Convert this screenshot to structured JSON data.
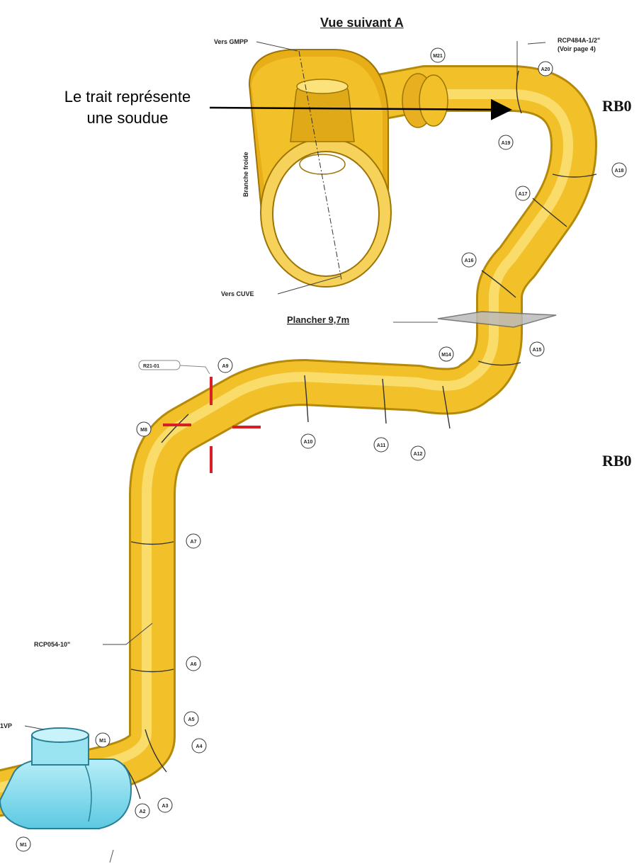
{
  "title": "Vue suivant A",
  "annotation": {
    "line1": "Le trait représente",
    "line2": "une soudue"
  },
  "labels": {
    "vers_gmpp": "Vers GMPP",
    "vers_cuve": "Vers CUVE",
    "branche_froide": "Branche froide",
    "rcp484": "RCP484A-1/2\"",
    "voir_page": "(Voir page 4)",
    "plancher": "Plancher 9,7m",
    "rcp054": "RCP054-10\"",
    "ivp": "1VP",
    "support": "R21-01",
    "rb_top": "RB0",
    "rb_bottom": "RB0"
  },
  "welds": {
    "m21": "M21",
    "a20": "A20",
    "a19": "A19",
    "a18": "A18",
    "a17": "A17",
    "a16": "A16",
    "a15": "A15",
    "m14": "M14",
    "a12": "A12",
    "a11": "A11",
    "a10": "A10",
    "a9": "A9",
    "m8": "M8",
    "a7": "A7",
    "a6": "A6",
    "a5": "A5",
    "a4": "A4",
    "a3": "A3",
    "a2": "A2",
    "m1_top": "M1",
    "m1_bottom": "M1"
  },
  "colors": {
    "pipe": "#f2c12a",
    "pipe_light": "#fbe27a",
    "pump": "#86def0",
    "support": "#d81f26"
  }
}
